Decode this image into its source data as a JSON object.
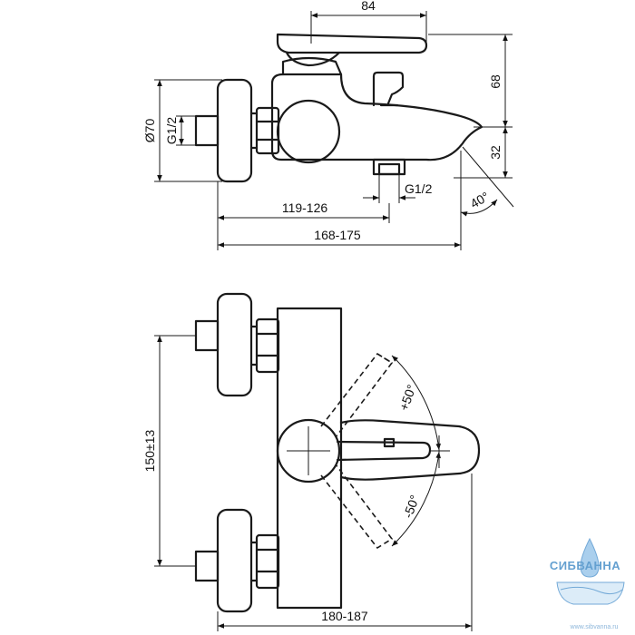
{
  "side_view": {
    "dims": {
      "lever_length": "84",
      "height_upper": "68",
      "height_lower": "32",
      "diameter": "Ø70",
      "inlet_thread": "G1/2",
      "outlet_thread": "G1/2",
      "angle": "40°",
      "centre_to_outlet": "119-126",
      "centre_to_spout": "168-175"
    }
  },
  "top_view": {
    "dims": {
      "centre_distance": "150±13",
      "lever_plus": "+50°",
      "lever_minus": "-50°",
      "overall_depth": "180-187"
    }
  },
  "watermark": {
    "brand": "СИБВАННА",
    "url": "www.sibvanna.ru"
  }
}
